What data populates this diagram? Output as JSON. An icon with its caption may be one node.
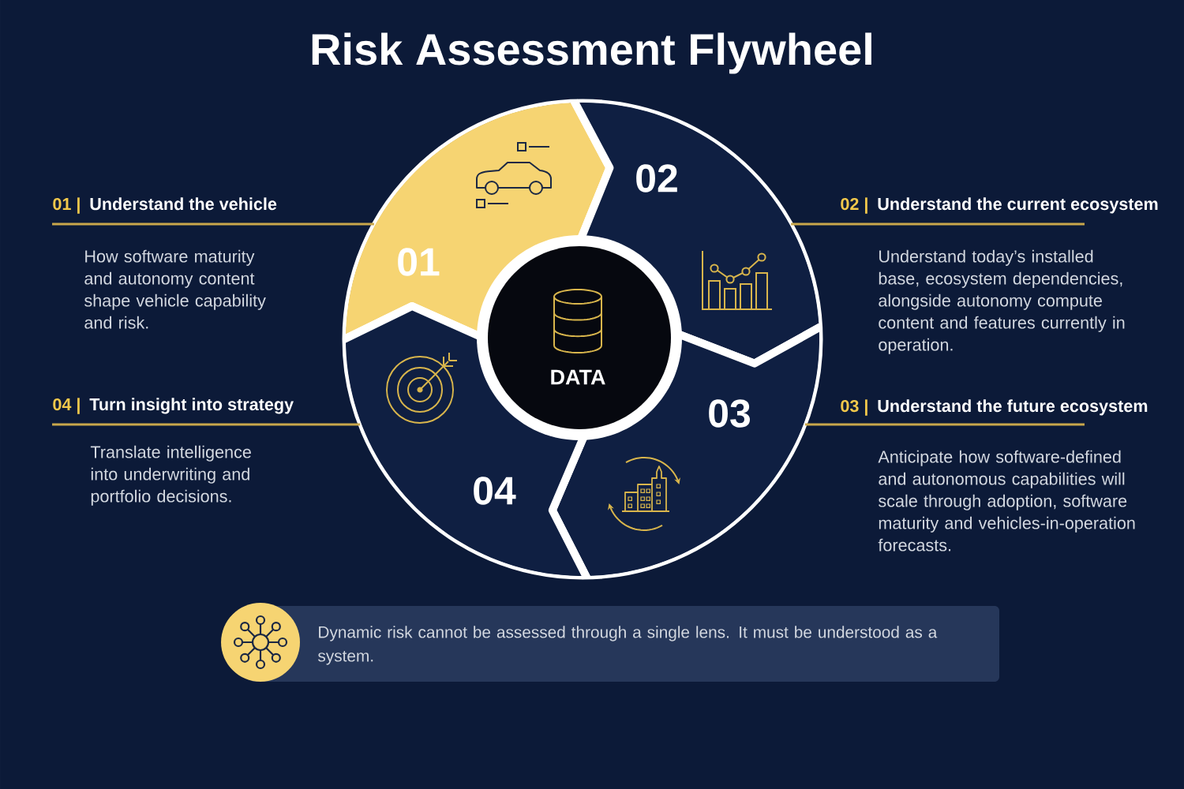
{
  "diagram": {
    "title": "Risk Assessment Flywheel",
    "nodes": [
      {
        "text": [
          "01"
        ]
      },
      {
        "text": [
          "02"
        ]
      },
      {
        "text": [
          "03"
        ]
      },
      {
        "text": [
          "04"
        ]
      },
      {
        "text": [
          "DATA"
        ]
      },
      {
        "text": [
          "01 |",
          "Understand the vehicle",
          "How software maturity and autonomy content shape vehicle capability and risk."
        ]
      },
      {
        "text": [
          "02 |",
          "Understand the current ecosystem",
          "Understand today’s installed base, ecosystem dependencies, alongside autonomy compute content and features currently in operation."
        ]
      },
      {
        "text": [
          "03 |",
          "Understand the future ecosystem",
          "Anticipate how software-defined and autonomous capabilities will scale through adoption, software maturity and vehicles-in-operation forecasts."
        ]
      },
      {
        "text": [
          "04 |",
          "Turn insight into strategy",
          "Translate intelligence into underwriting and portfolio decisions."
        ]
      },
      {
        "text": [
          "Dynamic risk cannot be assessed through a single lens. It must be understood as a system."
        ]
      }
    ],
    "edges": [
      {
        "from": 5,
        "to": 0,
        "arrow": "none"
      },
      {
        "from": 6,
        "to": 1,
        "arrow": "none"
      },
      {
        "from": 7,
        "to": 2,
        "arrow": "none"
      },
      {
        "from": 8,
        "to": 3,
        "arrow": "none"
      }
    ]
  }
}
